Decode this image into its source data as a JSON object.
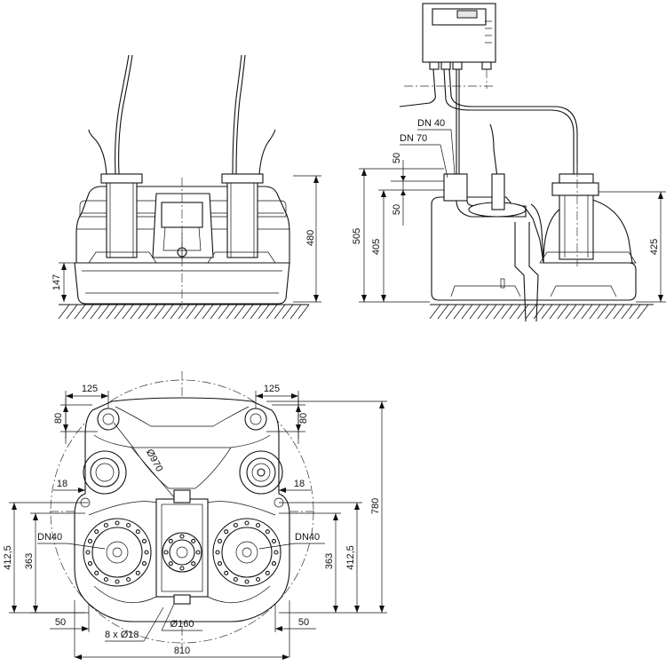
{
  "front_view": {
    "height_total": "480",
    "height_base": "147"
  },
  "side_view": {
    "pipe_dn40": "DN 40",
    "pipe_dn70": "DN 70",
    "dim_upper_50": "50",
    "dim_lower_50": "50",
    "height_505": "505",
    "height_405": "405",
    "height_425": "425"
  },
  "plan_view": {
    "dim_125_left": "125",
    "dim_125_right": "125",
    "dim_80_left": "80",
    "dim_80_right": "80",
    "diameter_970": "Ø970",
    "dim_18_left": "18",
    "dim_18_right": "18",
    "dn40_left": "DN40",
    "dn40_right": "DN40",
    "dim_412_5_left": "412,5",
    "dim_363_left": "363",
    "dim_412_5_right": "412,5",
    "dim_363_right": "363",
    "dim_780": "780",
    "dim_50_left": "50",
    "dim_50_right": "50",
    "holes": "8 x Ø18",
    "diameter_160": "Ø160",
    "width_810": "810"
  }
}
